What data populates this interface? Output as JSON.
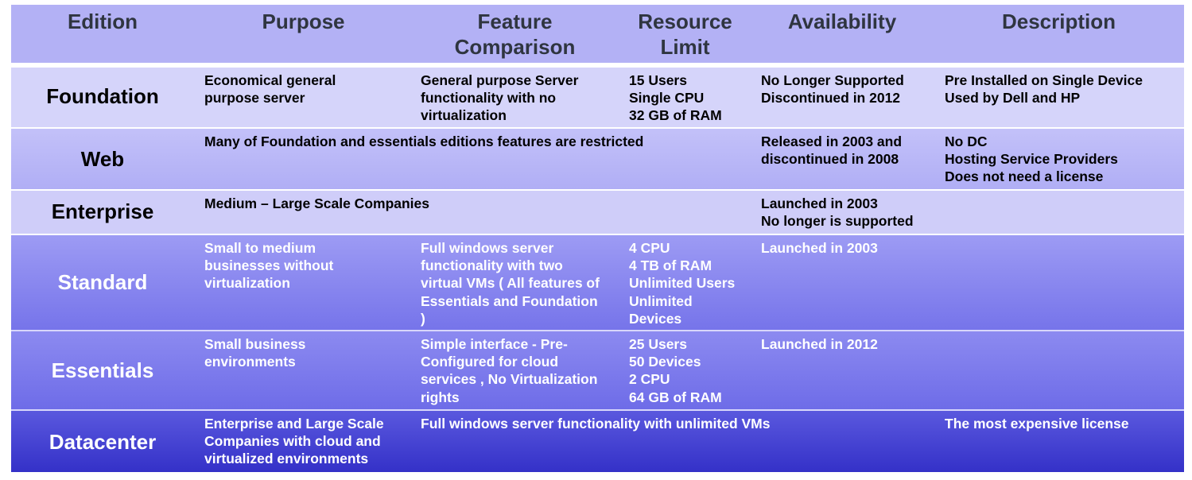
{
  "headers": [
    "Edition",
    "Purpose",
    "Feature\nComparison",
    "Resource\nLimit",
    "Availability",
    "Description"
  ],
  "rows": [
    {
      "edition": "Foundation",
      "purpose": "Economical general\npurpose server",
      "feature": "General purpose Server\nfunctionality with no\nvirtualization",
      "resource": "15 Users\nSingle CPU\n32 GB of RAM",
      "availability": "No Longer Supported\nDiscontinued in 2012",
      "description": "Pre Installed on Single Device\nUsed by Dell and HP"
    },
    {
      "edition": "Web",
      "span": "Many of Foundation and essentials editions features are restricted",
      "availability": "Released in 2003 and\ndiscontinued in 2008",
      "description": "No DC\nHosting Service Providers\nDoes not need a license"
    },
    {
      "edition": "Enterprise",
      "span": "Medium – Large Scale Companies",
      "availability": "Launched in 2003\nNo longer is supported",
      "description": ""
    },
    {
      "edition": "Standard",
      "purpose": "Small to medium\nbusinesses without\nvirtualization",
      "feature": "Full windows server\nfunctionality with two\nvirtual VMs ( All features of\nEssentials and Foundation\n)",
      "resource": "4 CPU\n4 TB of RAM\nUnlimited Users\nUnlimited\nDevices",
      "availability": "Launched in 2003",
      "description": ""
    },
    {
      "edition": "Essentials",
      "purpose": "Small business\nenvironments",
      "feature": "Simple interface - Pre-\nConfigured for cloud\nservices , No Virtualization\nrights",
      "resource": "25 Users\n50 Devices\n2 CPU\n64 GB of RAM",
      "availability": "Launched in 2012",
      "description": ""
    },
    {
      "edition": "Datacenter",
      "purpose": "Enterprise and Large Scale\nCompanies with cloud and\nvirtualized environments",
      "span": "Full windows server functionality with unlimited VMs",
      "description": "The most expensive license"
    }
  ],
  "colors": {
    "header_bg": "#b3b1f5",
    "header_text": "#2f3540",
    "foundation_bg": "#d5d4fa",
    "web_bg_top": "#c3c1f9",
    "web_bg_bottom": "#b0aef5",
    "enterprise_bg": "#cfcdf9",
    "standard_bg_top": "#9d9bf4",
    "standard_bg_bottom": "#7674ea",
    "essentials_bg_top": "#8c8af0",
    "essentials_bg_bottom": "#6e6ce8",
    "datacenter_bg_top": "#5a58de",
    "datacenter_bg_bottom": "#3431c8"
  }
}
